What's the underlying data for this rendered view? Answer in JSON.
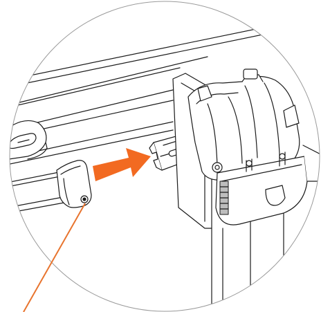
{
  "figure": {
    "kind": "assembly-instruction-detail",
    "background": "#ffffff",
    "line_color": "#1a1a1a",
    "accent_color": "#f26a21",
    "callout_color": "#e8742e",
    "parts": [
      {
        "name": "support-bar",
        "icon": "tube"
      },
      {
        "name": "bar-end-collar",
        "icon": "collar-with-set-screw"
      },
      {
        "name": "motor-splined-shaft",
        "icon": "splined-shaft"
      },
      {
        "name": "motor-gearbox-housing",
        "icon": "gear-housing"
      },
      {
        "name": "mounting-bracket",
        "icon": "bracket"
      },
      {
        "name": "slotted-mounting-tab",
        "icon": "tab-with-slot"
      }
    ],
    "arrow": {
      "meaning": "push-collar-onto-shaft",
      "icon": "block-arrow-right"
    },
    "callout": {
      "target": "set-screw",
      "icon": "leader-line"
    }
  }
}
